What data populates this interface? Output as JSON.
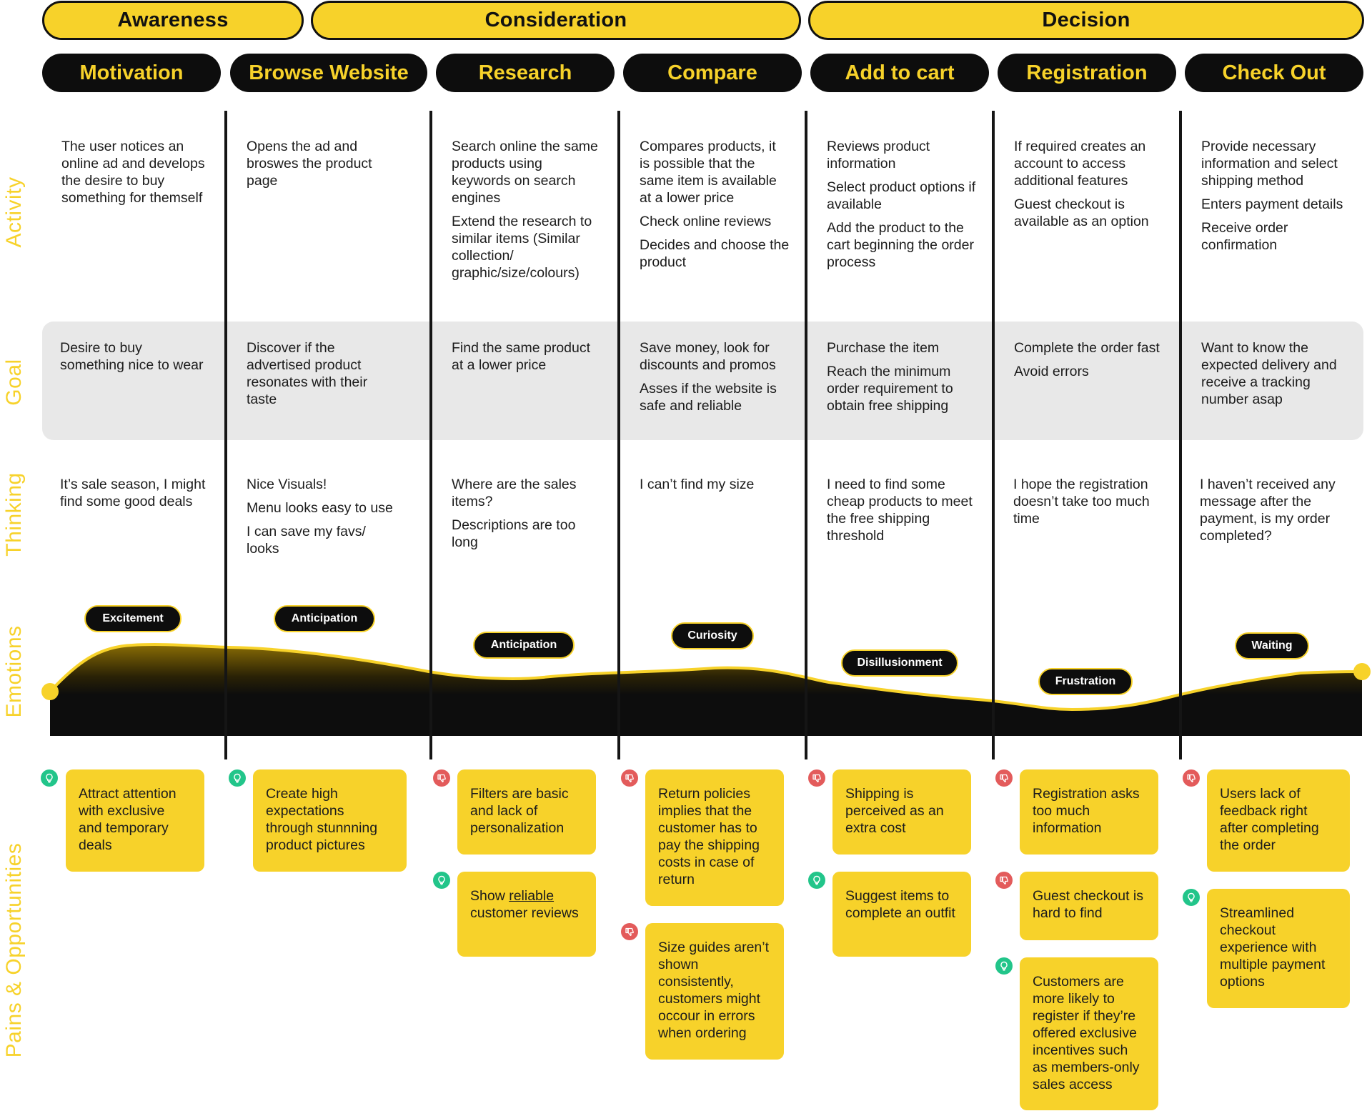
{
  "phases": {
    "awareness": "Awareness",
    "consideration": "Consideration",
    "decision": "Decision"
  },
  "steps": [
    "Motivation",
    "Browse Website",
    "Research",
    "Compare",
    "Add to cart",
    "Registration",
    "Check Out"
  ],
  "row_labels": {
    "activity": "Activity",
    "goal": "Goal",
    "thinking": "Thinking",
    "emotions": "Emotions",
    "pains": "Pains & Opportunities"
  },
  "activity": [
    [
      "The user notices an online ad and develops the desire to buy something for themself"
    ],
    [
      "Opens the ad and broswes the product page"
    ],
    [
      "Search online the same products using keywords on search engines",
      "Extend the research to similar items (Similar collection/ graphic/size/colours)"
    ],
    [
      "Compares products, it is possible that the same item is available at a lower price",
      "Check online reviews",
      "Decides and choose the product"
    ],
    [
      "Reviews product information",
      "Select product options if available",
      "Add the product to the cart beginning the order process"
    ],
    [
      "If required creates an account to access additional features",
      "Guest checkout is available as an option"
    ],
    [
      "Provide necessary information and select shipping method",
      "Enters payment details",
      "Receive order confirmation"
    ]
  ],
  "goal": [
    [
      "Desire to buy something nice to wear"
    ],
    [
      "Discover if the advertised product resonates with their taste"
    ],
    [
      "Find the same product at a lower price"
    ],
    [
      "Save money, look for discounts and promos",
      "Asses if the website is safe and reliable"
    ],
    [
      "Purchase the item",
      "Reach the minimum order requirement to obtain free shipping"
    ],
    [
      "Complete the order fast",
      "Avoid errors"
    ],
    [
      "Want to know the expected delivery and receive a tracking number asap"
    ]
  ],
  "thinking": [
    [
      "It’s sale season, I might find some good deals"
    ],
    [
      "Nice Visuals!",
      "Menu looks easy to use",
      "I can save my favs/ looks"
    ],
    [
      "Where are the sales items?",
      "Descriptions are too long"
    ],
    [
      "I can’t find my size"
    ],
    [
      "I need to find some cheap products to meet the free shipping threshold"
    ],
    [
      "I hope the registration doesn’t take too much time"
    ],
    [
      "I haven’t received any message after the payment, is my order completed?"
    ]
  ],
  "emotions": {
    "labels": [
      "Excitement",
      "Anticipation",
      "Anticipation",
      "Curiosity",
      "Disillusionment",
      "Frustration",
      "Waiting"
    ],
    "line_color": "#f7d22a",
    "fill_color": "#0d0d0d"
  },
  "cards": {
    "c1": {
      "type": "opportunity",
      "text": "Attract attention with exclusive and temporary deals"
    },
    "c2": {
      "type": "opportunity",
      "text": "Create high expectations through stunnning product pictures"
    },
    "c3a": {
      "type": "pain",
      "text": "Filters are basic and lack of personalization"
    },
    "c3b": {
      "type": "opportunity",
      "pre": "Show ",
      "link": "reliable",
      "post": " customer reviews"
    },
    "c4a": {
      "type": "pain",
      "text": "Return policies implies that the customer has to pay the shipping costs in case of return"
    },
    "c4b": {
      "type": "pain",
      "text": "Size guides aren’t shown consistently, customers might occour in errors when ordering"
    },
    "c5a": {
      "type": "pain",
      "text": "Shipping is perceived as an extra cost"
    },
    "c5b": {
      "type": "opportunity",
      "text": "Suggest items to complete an outfit"
    },
    "c6a": {
      "type": "pain",
      "text": "Registration asks too much information"
    },
    "c6b": {
      "type": "pain",
      "text": "Guest checkout is hard to find"
    },
    "c6c": {
      "type": "opportunity",
      "text": "Customers are more likely to register if they’re offered exclusive incentives such as members-only sales access"
    },
    "c7a": {
      "type": "pain",
      "text": "Users lack of feedback right after completing the order"
    },
    "c7b": {
      "type": "opportunity",
      "text": "Streamlined checkout experience with multiple payment options"
    }
  },
  "colors": {
    "accent_yellow": "#f7d22a",
    "dark": "#0d0d0d",
    "pain_red": "#e35b5b",
    "opportunity_green": "#22c58a",
    "goal_band": "#e8e8e8"
  }
}
